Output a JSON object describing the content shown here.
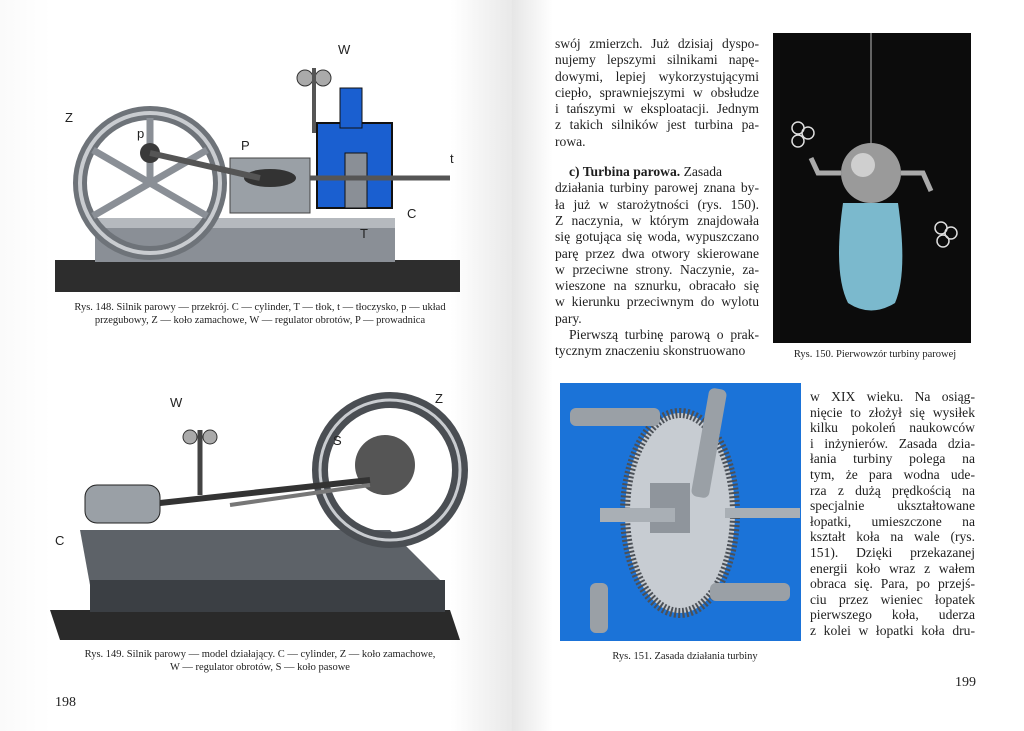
{
  "left_page": {
    "page_number": "198",
    "figure_148": {
      "labels": [
        "W",
        "Z",
        "p",
        "P",
        "t",
        "C",
        "T"
      ],
      "caption_line1": "Rys. 148. Silnik parowy — przekrój. C — cylinder, T — tłok, t — tłoczysko, p — układ",
      "caption_line2": "przegubowy, Z — koło zamachowe, W — regulator obrotów, P — prowadnica"
    },
    "figure_149": {
      "labels": [
        "W",
        "Z",
        "S",
        "C"
      ],
      "caption_line1": "Rys. 149. Silnik parowy — model działający. C — cylinder, Z — koło zamachowe,",
      "caption_line2": "W — regulator obrotów, S — koło pasowe"
    }
  },
  "right_page": {
    "page_number": "199",
    "column1": {
      "lines": [
        "swój zmierzch. Już dzisiaj dyspo-",
        "nujemy lepszymi silnikami napę-",
        "dowymi, lepiej wykorzystującymi",
        "ciepło, sprawniejszymi w obsłudze",
        "i tańszymi w eksploatacji. Jednym",
        "z takich silników jest turbina pa-",
        "rowa.",
        "c) Turbina parowa.",
        " Zasada",
        "działania turbiny parowej znana by-",
        "ła już w starożytności (rys. 150).",
        "Z naczynia, w którym znajdowała",
        "się gotująca się woda, wypuszczano",
        "parę przez dwa otwory skierowane",
        "w przeciwne strony. Naczynie, za-",
        "wieszone na sznurku, obracało się",
        "w kierunku przeciwnym do wylotu",
        "pary.",
        "Pierwszą turbinę parową o prak-",
        "tycznym znaczeniu skonstruowano"
      ]
    },
    "column2": {
      "lines": [
        "w XIX wieku. Na osiąg-",
        "nięcie to złożył się wysiłek",
        "kilku pokoleń naukowców",
        "i inżynierów. Zasada dzia-",
        "łania turbiny polega na",
        "tym, że para wodna ude-",
        "rza z dużą prędkością na",
        "specjalnie ukształtowane",
        "łopatki, umieszczone na",
        "kształt koła na wale (rys.",
        "151). Dzięki przekazanej",
        "energii koło wraz z wałem",
        "obraca się. Para, po przejś-",
        "ciu przez wieniec łopatek",
        "pierwszego koła, uderza",
        "z kolei w łopatki koła dru-"
      ]
    },
    "figure_150": {
      "caption": "Rys. 150. Pierwowzór turbiny parowej"
    },
    "figure_151": {
      "caption": "Rys. 151. Zasada działania turbiny"
    }
  },
  "colors": {
    "cylinder_blue": "#1a5fd0",
    "fig151_bg": "#1b73d8",
    "fig150_bg": "#0c0c0c",
    "flame": "#8fd8f0"
  }
}
